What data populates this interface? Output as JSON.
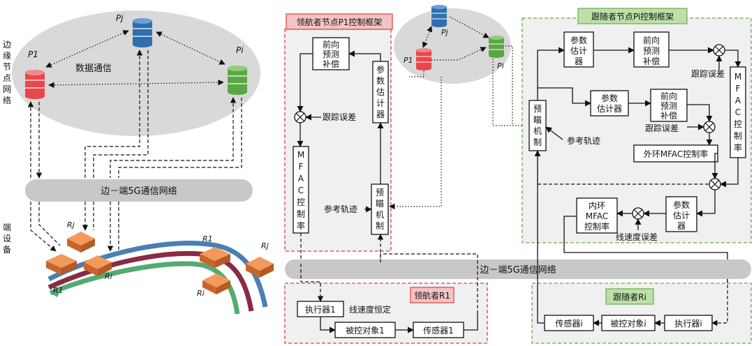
{
  "left": {
    "vertical_top": [
      "边",
      "缘",
      "节",
      "点",
      "网",
      "络"
    ],
    "vertical_bottom": [
      "端",
      "设",
      "备"
    ],
    "data_comm": "数据通信",
    "node_labels": {
      "p1": "P1",
      "pj": "Pj",
      "pi": "Pi"
    },
    "network_bar": "边－端5G通信网络",
    "robot_labels": {
      "rj_top": "Rj",
      "ri_mid": "Ri",
      "r1": "R1",
      "r1_right": "R1",
      "rj_right": "Rj",
      "ri_right": "Ri"
    }
  },
  "leader_frame": {
    "title": "领航者节点P1控制框架",
    "forward_comp": [
      "前向",
      "预测",
      "补偿"
    ],
    "param_est": [
      "参",
      "数",
      "估",
      "计",
      "器"
    ],
    "track_err": "跟踪误差",
    "mfac": [
      "M",
      "F",
      "A",
      "C",
      "控",
      "制",
      "率"
    ],
    "ref": "参考轨迹",
    "preview": [
      "预",
      "瞄",
      "机",
      "制"
    ]
  },
  "mid_cluster": {
    "pj": "Pj",
    "p1": "P1",
    "pi": "Pi"
  },
  "follower_frame": {
    "title": "跟随者节点Pi控制框架",
    "param_est_top": [
      "参数",
      "估计",
      "器"
    ],
    "forward_comp_top": [
      "前向",
      "预测",
      "补偿"
    ],
    "track_err_top": "跟踪误差",
    "param_est_mid": [
      "参数",
      "估计器"
    ],
    "forward_comp_mid": [
      "前向",
      "预测",
      "补偿"
    ],
    "track_err_mid": "跟踪误差",
    "preview": [
      "预",
      "瞄",
      "机",
      "制"
    ],
    "ref": "参考轨迹",
    "outer_mfac": "外环MFAC控制率",
    "mfac_right": [
      "M",
      "F",
      "A",
      "C",
      "控",
      "制",
      "率"
    ],
    "inner_mfac": [
      "内环",
      "MFAC",
      "控制率"
    ],
    "param_est_low": [
      "参数",
      "估计",
      "器"
    ],
    "speed_err": "线速度误差"
  },
  "network_bar_right": "边－端5G通信网络",
  "leader_device": {
    "title": "领航者R1",
    "actuator": "执行器1",
    "speed_const": "线速度恒定",
    "plant": "被控对象1",
    "sensor": "传感器1"
  },
  "follower_device": {
    "title": "跟随者Ri",
    "sensor": "传感器i",
    "plant": "被控对象i",
    "actuator": "执行器i"
  },
  "colors": {
    "red_db": "#e8474b",
    "blue_db": "#2f6fb0",
    "green_db": "#5aa845",
    "frame_red": "#d94040",
    "frame_green": "#6aaa50",
    "cloud": "#d9d9d9",
    "bar": "#c8c8c8",
    "robot": "#e07b3a"
  }
}
